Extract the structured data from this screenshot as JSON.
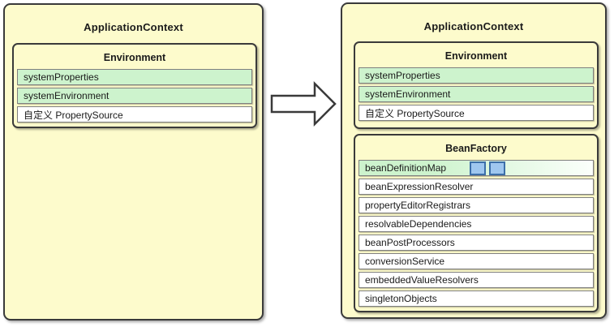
{
  "diagram": {
    "left_panel": {
      "title": "ApplicationContext",
      "environment": {
        "title": "Environment",
        "rows": [
          {
            "label": "systemProperties"
          },
          {
            "label": "systemEnvironment"
          },
          {
            "label": "自定义 PropertySource"
          }
        ]
      }
    },
    "arrow": {
      "direction": "right",
      "style": "hollow-block-arrow"
    },
    "right_panel": {
      "title": "ApplicationContext",
      "environment": {
        "title": "Environment",
        "rows": [
          {
            "label": "systemProperties"
          },
          {
            "label": "systemEnvironment"
          },
          {
            "label": "自定义 PropertySource"
          }
        ]
      },
      "bean_factory": {
        "title": "BeanFactory",
        "rows": [
          {
            "label": "beanDefinitionMap",
            "markers": 2
          },
          {
            "label": "beanExpressionResolver"
          },
          {
            "label": "propertyEditorRegistrars"
          },
          {
            "label": "resolvableDependencies"
          },
          {
            "label": "beanPostProcessors"
          },
          {
            "label": "conversionService"
          },
          {
            "label": "embeddedValueResolvers"
          },
          {
            "label": "singletonObjects"
          }
        ]
      }
    },
    "colors": {
      "panel_fill": "#FDFBCC",
      "row_green": "#CDF3CD",
      "row_white": "#FFFFFF",
      "marker_fill": "#9FC7EF",
      "marker_border": "#3C6FA9",
      "outline_dark": "#3A3A3A",
      "row_border": "#7F7F7F"
    }
  }
}
